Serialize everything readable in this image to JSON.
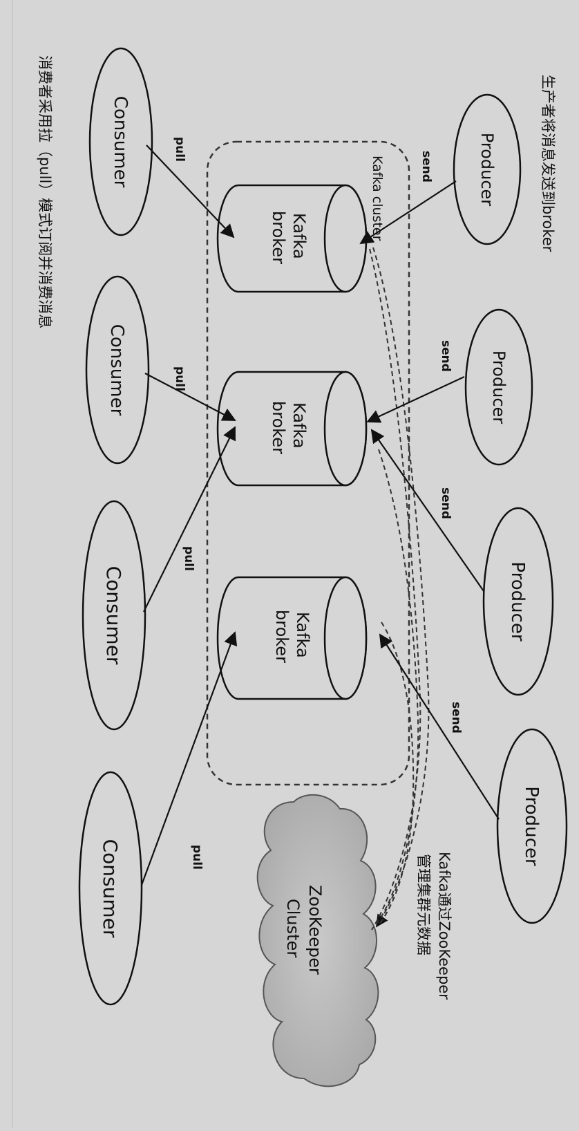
{
  "producers": [
    "Producer",
    "Producer",
    "Producer",
    "Producer"
  ],
  "consumers": [
    "Consumer",
    "Consumer",
    "Consumer",
    "Consumer"
  ],
  "brokers": [
    {
      "line1": "Kafka",
      "line2": "broker"
    },
    {
      "line1": "Kafka",
      "line2": "broker"
    },
    {
      "line1": "Kafka",
      "line2": "broker"
    }
  ],
  "edge_labels": {
    "send": [
      "send",
      "send",
      "send",
      "send"
    ],
    "pull": [
      "pull",
      "pull",
      "pull",
      "pull"
    ]
  },
  "cluster_label": "Kafka cluster",
  "zookeeper": {
    "line1": "ZooKeeper",
    "line2": "Cluster"
  },
  "captions": {
    "producer_caption": "生产者将消息发送到broker",
    "consumer_caption": "消费者采用拉（pull）模式订阅并消费消息",
    "zk_caption_line1": "Kafka通过ZooKeeper",
    "zk_caption_line2": "管理集群元数据"
  }
}
